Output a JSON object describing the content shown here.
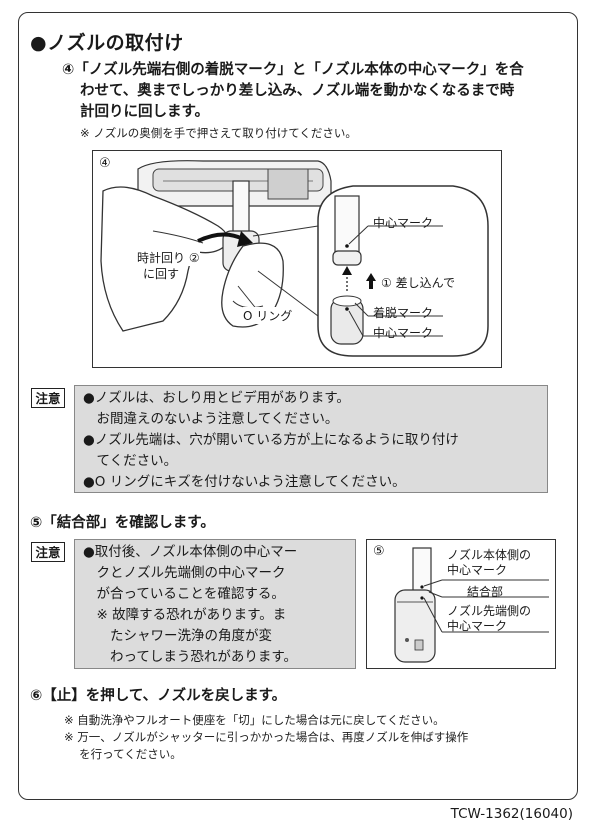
{
  "section_title": "●ノズルの取付け",
  "step4": {
    "lines": [
      "④「ノズル先端右側の着脱マーク」と「ノズル本体の中心マーク」を合",
      "わせて、奥までしっかり差し込み、ノズル端を動かなくなるまで時",
      "計回りに回します。"
    ],
    "note": "※ ノズルの奥側を手で押さえて取り付けてください。"
  },
  "figure4": {
    "number": "④",
    "label_center_mark_top": "中心マーク",
    "label_insert": "① 差し込んで",
    "label_detach_mark": "着脱マーク",
    "label_center_mark_bottom": "中心マーク",
    "label_clockwise_line1": "時計回り ②",
    "label_clockwise_line2": "に回す",
    "label_o_ring": "O リング"
  },
  "caution1": {
    "tag": "注意",
    "lines": [
      "●ノズルは、おしり用とビデ用があります。",
      "　お間違えのないよう注意してください。",
      "●ノズル先端は、穴が開いている方が上になるように取り付け",
      "　てください。",
      "●O リングにキズを付けないよう注意してください。"
    ]
  },
  "step5": {
    "title": "⑤「結合部」を確認します。"
  },
  "caution2": {
    "tag": "注意",
    "lines": [
      "●取付後、ノズル本体側の中心マー",
      "　クとノズル先端側の中心マーク",
      "　が合っていることを確認する。",
      "　※ 故障する恐れがあります。ま",
      "　　たシャワー洗浄の角度が変",
      "　　わってしまう恐れがあります。"
    ]
  },
  "figure5": {
    "number": "⑤",
    "label_body_center_1": "ノズル本体側の",
    "label_body_center_2": "中心マーク",
    "label_joint": "結合部",
    "label_tip_center_1": "ノズル先端側の",
    "label_tip_center_2": "中心マーク"
  },
  "step6": {
    "title": "⑥【止】を押して、ノズルを戻します。",
    "notes": [
      "※ 自動洗浄やフルオート便座を「切」にした場合は元に戻してください。",
      "※ 万一、ノズルがシャッターに引っかかった場合は、再度ノズルを伸ばす操作",
      "　 を行ってください。"
    ]
  },
  "footer": "TCW-1362(16040)"
}
